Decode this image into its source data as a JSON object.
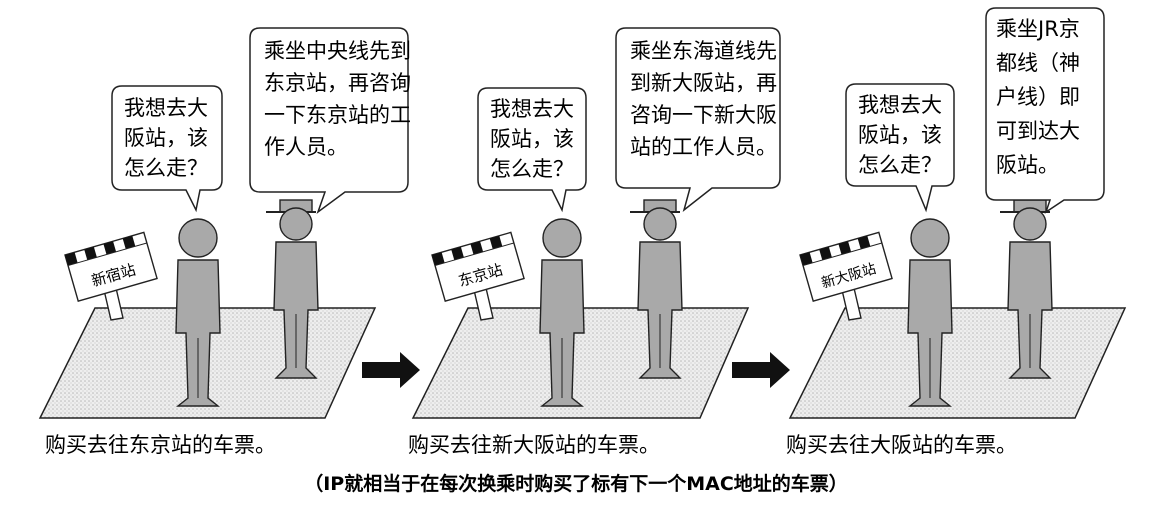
{
  "scenes": [
    {
      "sign": "新宿站",
      "traveler_lines": [
        "我想去大",
        "阪站，该",
        "怎么走？"
      ],
      "staff_lines": [
        "乘坐中央线先到",
        "东京站，再咨询",
        "一下东京站的工",
        "作人员。"
      ],
      "caption": "购买去往东京站的车票。"
    },
    {
      "sign": "东京站",
      "traveler_lines": [
        "我想去大",
        "阪站，该",
        "怎么走？"
      ],
      "staff_lines": [
        "乘坐东海道线先",
        "到新大阪站，再",
        "咨询一下新大阪",
        "站的工作人员。"
      ],
      "caption": "购买去往新大阪站的车票。"
    },
    {
      "sign": "新大阪站",
      "traveler_lines": [
        "我想去大",
        "阪站，该",
        "怎么走？"
      ],
      "staff_lines": [
        "乘坐JR京",
        "都线（神",
        "户线）即",
        "可到达大",
        "阪站。"
      ],
      "caption": "购买去往大阪站的车票。"
    }
  ],
  "footer": "（IP就相当于在每次换乘时购买了标有下一个MAC地址的车票）",
  "colors": {
    "figure": "#a9a9a9",
    "floor_fill": "#e6e6e6",
    "outline": "#222222",
    "arrow": "#111111"
  },
  "icons": [
    "station-sign-icon",
    "traveler-figure-icon",
    "staff-figure-icon",
    "right-arrow-icon"
  ]
}
